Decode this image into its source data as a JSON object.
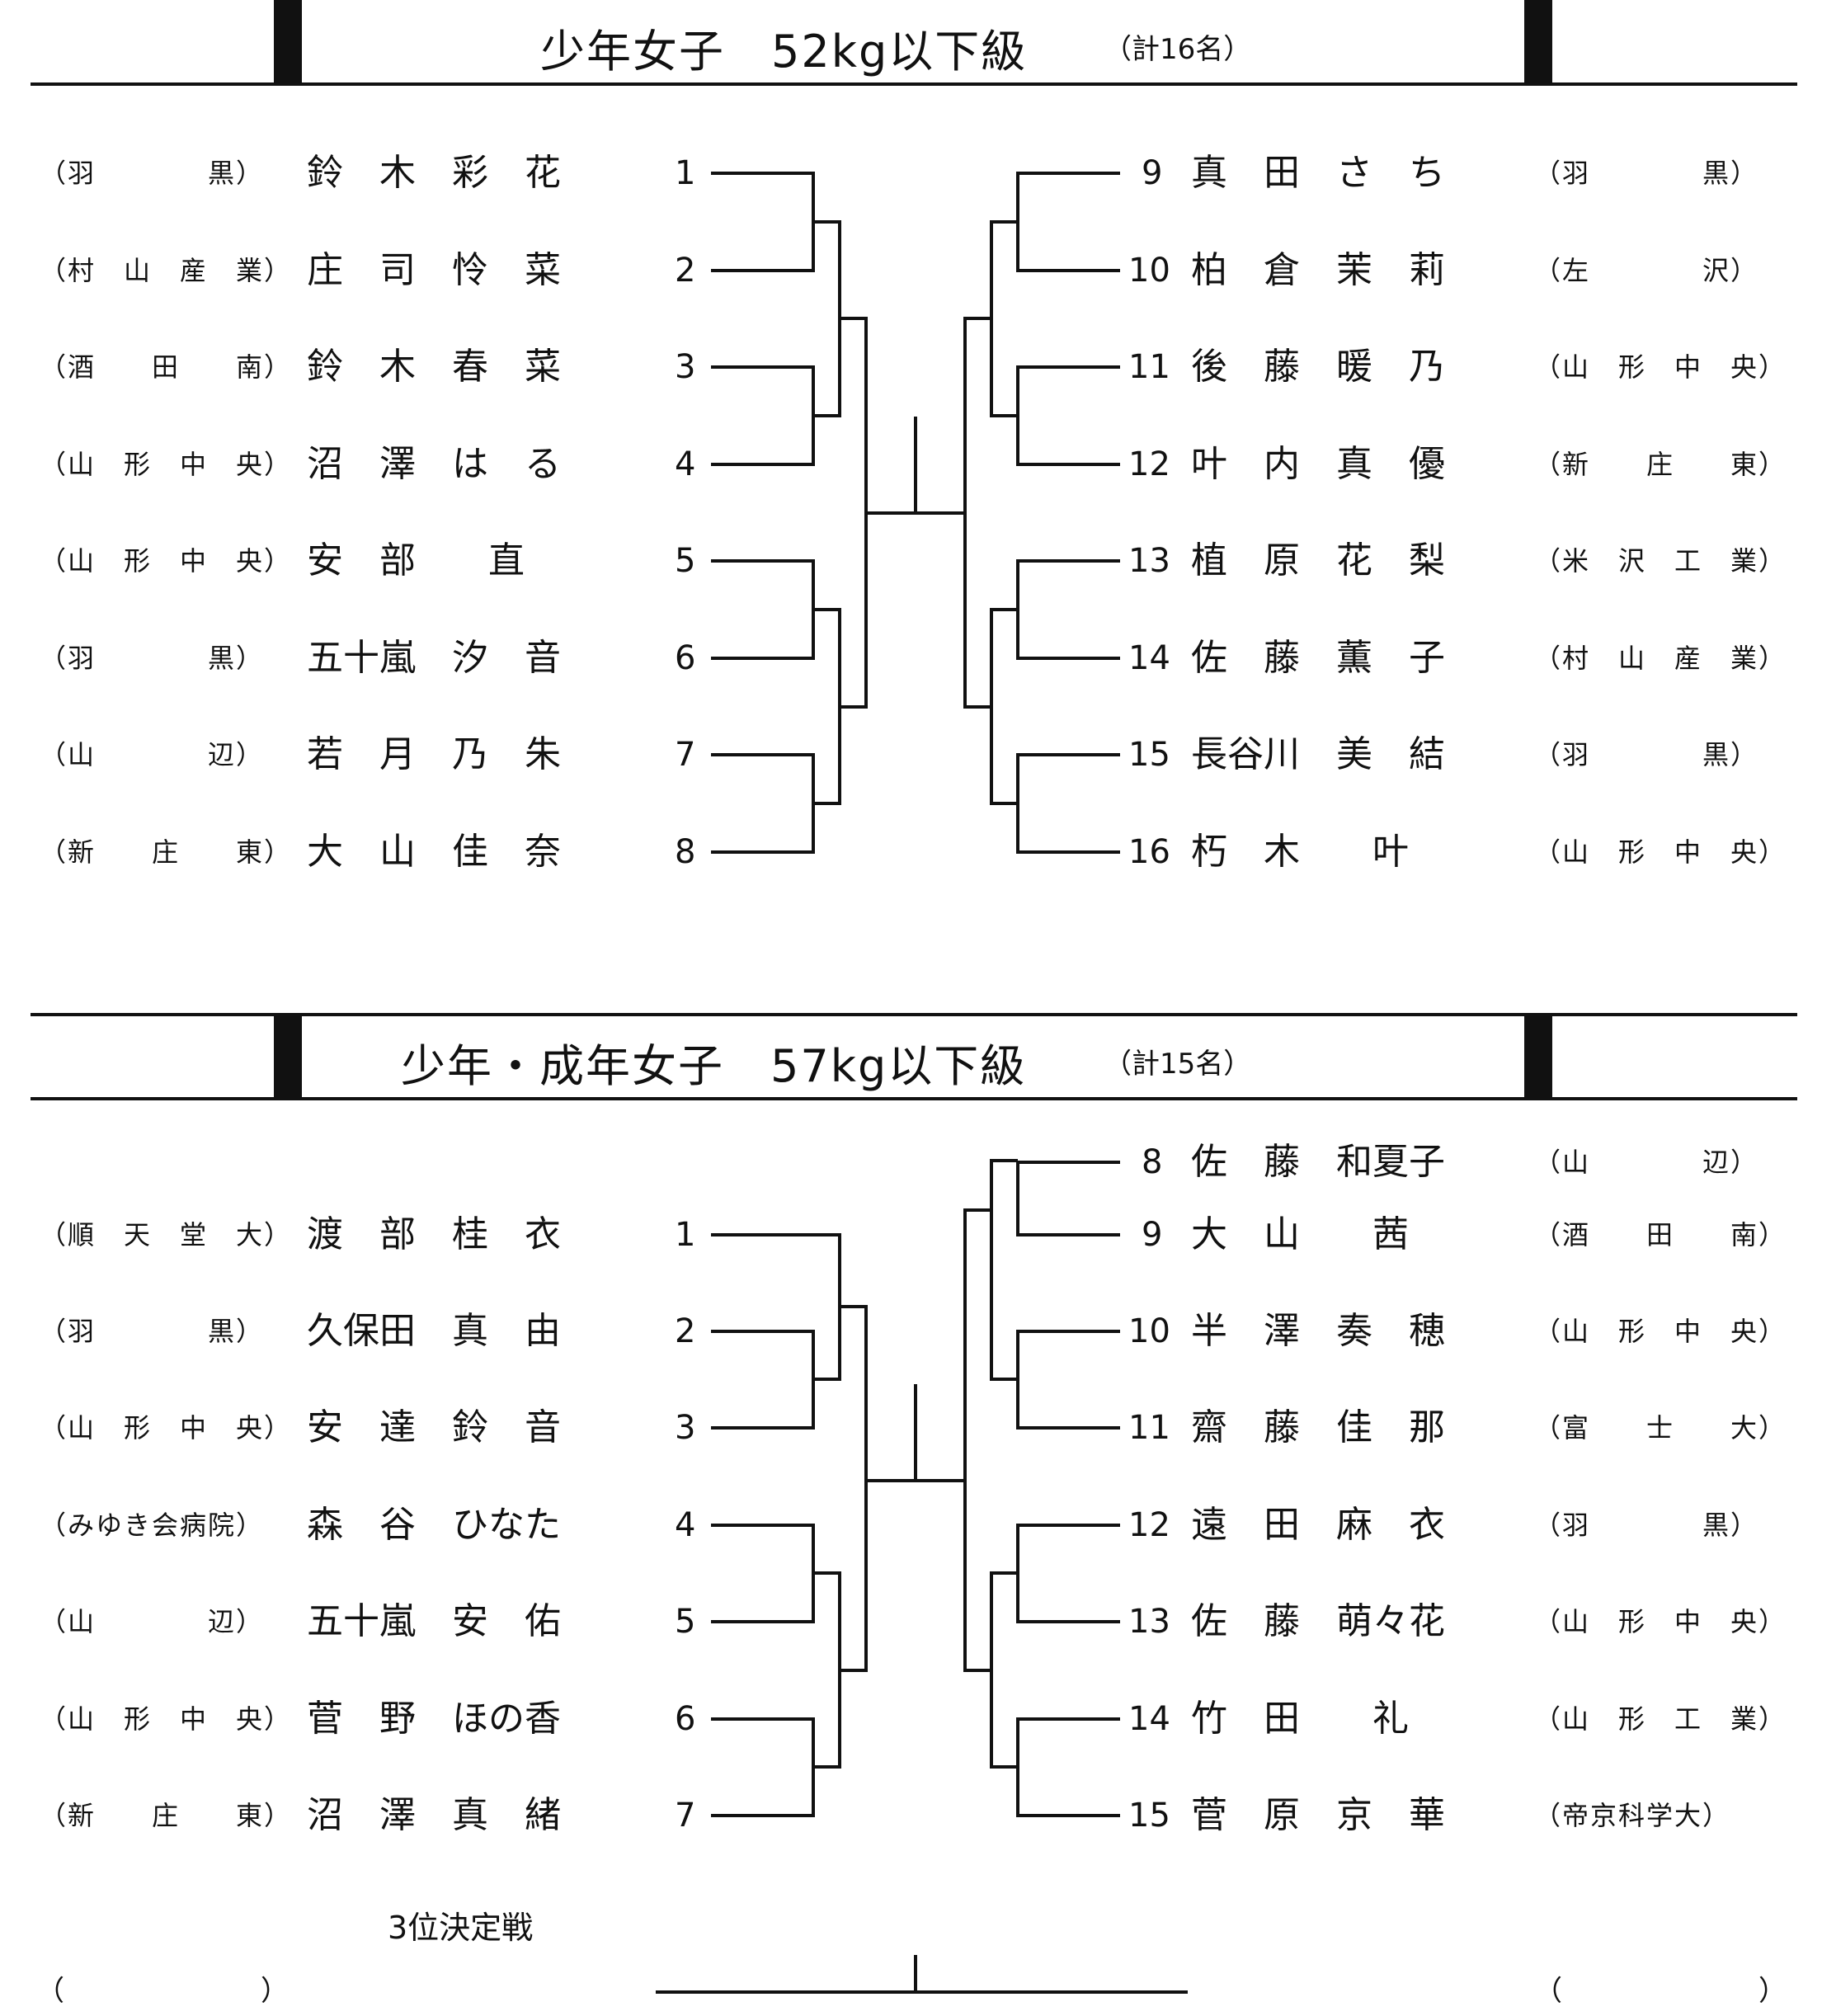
{
  "sec1": {
    "title": "少年女子　52kg以下級",
    "count": "（計16名）",
    "left": [
      {
        "school": "（羽　　　　黒）",
        "name": "鈴　木　彩　花",
        "seed": "1"
      },
      {
        "school": "（村　山　産　業）",
        "name": "庄　司　怜　菜",
        "seed": "2"
      },
      {
        "school": "（酒　　田　　南）",
        "name": "鈴　木　春　菜",
        "seed": "3"
      },
      {
        "school": "（山　形　中　央）",
        "name": "沼　澤　は　る",
        "seed": "4"
      },
      {
        "school": "（山　形　中　央）",
        "name": "安　部　　直",
        "seed": "5"
      },
      {
        "school": "（羽　　　　黒）",
        "name": "五十嵐　汐　音",
        "seed": "6"
      },
      {
        "school": "（山　　　　辺）",
        "name": "若　月　乃　朱",
        "seed": "7"
      },
      {
        "school": "（新　　庄　　東）",
        "name": "大　山　佳　奈",
        "seed": "8"
      }
    ],
    "right": [
      {
        "seed": "9",
        "name": "真　田　さ　ち",
        "school": "（羽　　　　黒）"
      },
      {
        "seed": "10",
        "name": "柏　倉　茉　莉",
        "school": "（左　　　　沢）"
      },
      {
        "seed": "11",
        "name": "後　藤　暖　乃",
        "school": "（山　形　中　央）"
      },
      {
        "seed": "12",
        "name": "叶　内　真　優",
        "school": "（新　　庄　　東）"
      },
      {
        "seed": "13",
        "name": "植　原　花　梨",
        "school": "（米　沢　工　業）"
      },
      {
        "seed": "14",
        "name": "佐　藤　薫　子",
        "school": "（村　山　産　業）"
      },
      {
        "seed": "15",
        "name": "長谷川　美　結",
        "school": "（羽　　　　黒）"
      },
      {
        "seed": "16",
        "name": "朽　木　　叶",
        "school": "（山　形　中　央）"
      }
    ]
  },
  "sec2": {
    "title": "少年・成年女子　57kg以下級",
    "count": "（計15名）",
    "left": [
      {
        "school": "（順　天　堂　大）",
        "name": "渡　部　桂　衣",
        "seed": "1"
      },
      {
        "school": "（羽　　　　黒）",
        "name": "久保田　真　由",
        "seed": "2"
      },
      {
        "school": "（山　形　中　央）",
        "name": "安　達　鈴　音",
        "seed": "3"
      },
      {
        "school": "（みゆき会病院）",
        "name": "森　谷　ひなた",
        "seed": "4"
      },
      {
        "school": "（山　　　　辺）",
        "name": "五十嵐　安　佑",
        "seed": "5"
      },
      {
        "school": "（山　形　中　央）",
        "name": "菅　野　ほの香",
        "seed": "6"
      },
      {
        "school": "（新　　庄　　東）",
        "name": "沼　澤　真　緒",
        "seed": "7"
      }
    ],
    "right": [
      {
        "seed": "8",
        "name": "佐　藤　和夏子",
        "school": "（山　　　　辺）"
      },
      {
        "seed": "9",
        "name": "大　山　　茜",
        "school": "（酒　　田　　南）"
      },
      {
        "seed": "10",
        "name": "半　澤　奏　穂",
        "school": "（山　形　中　央）"
      },
      {
        "seed": "11",
        "name": "齋　藤　佳　那",
        "school": "（富　　士　　大）"
      },
      {
        "seed": "12",
        "name": "遠　田　麻　衣",
        "school": "（羽　　　　黒）"
      },
      {
        "seed": "13",
        "name": "佐　藤　萌々花",
        "school": "（山　形　中　央）"
      },
      {
        "seed": "14",
        "name": "竹　田　　礼",
        "school": "（山　形　工　業）"
      },
      {
        "seed": "15",
        "name": "菅　原　京　華",
        "school": "（帝京科学大）"
      }
    ],
    "third_place": "3位決定戦",
    "third_left": "（　　　　　　　）",
    "third_right": "（　　　　　　　）"
  }
}
